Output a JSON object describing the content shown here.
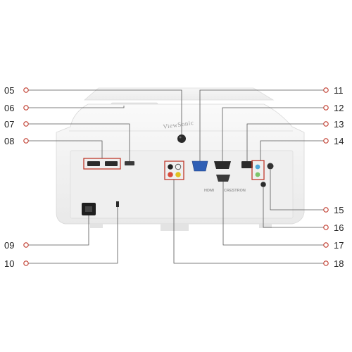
{
  "brand": "ViewSonic",
  "logos": {
    "hdmi": "HDMI",
    "crestron": "CRESTRON"
  },
  "callouts": {
    "left": [
      "05",
      "06",
      "07",
      "08",
      "09",
      "10"
    ],
    "right": [
      "11",
      "12",
      "13",
      "14",
      "15",
      "16",
      "17",
      "18"
    ]
  },
  "colors": {
    "highlight": "#c0392b",
    "body": "#f4f4f4",
    "panel": "#e8e8e8"
  }
}
